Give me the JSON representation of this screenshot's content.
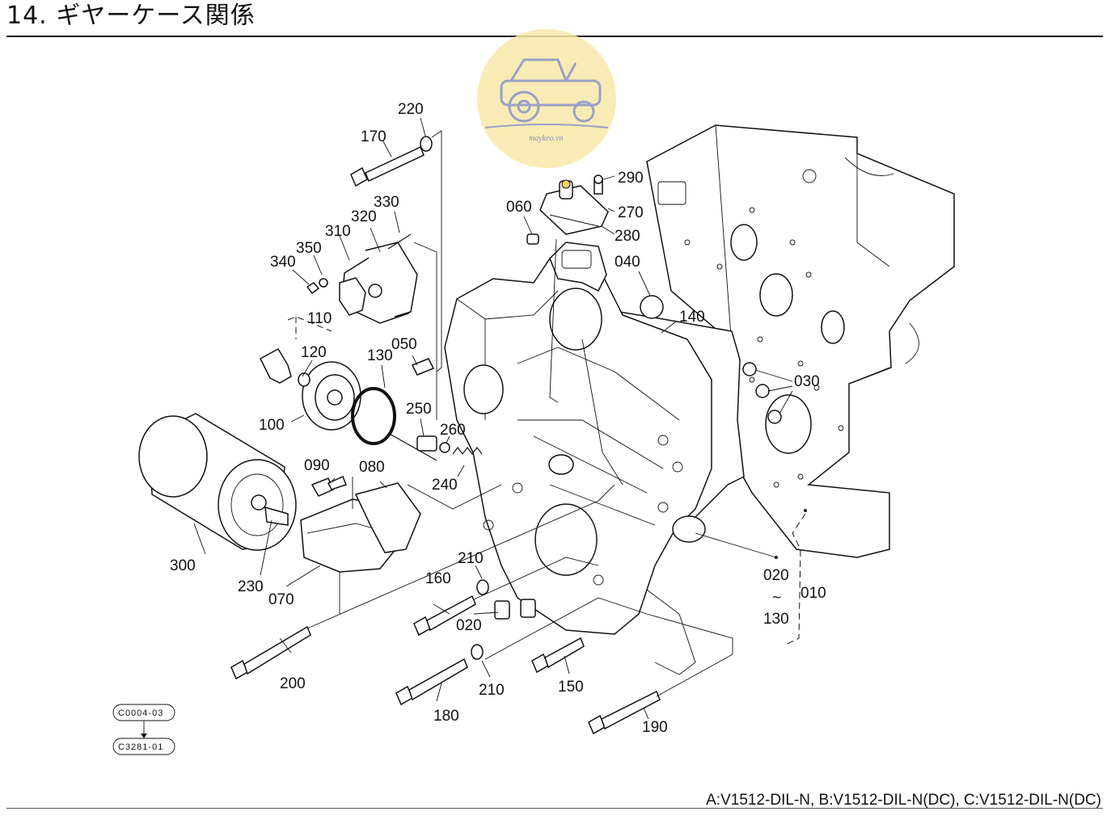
{
  "header": {
    "title": "14. ギヤーケース関係"
  },
  "footer": {
    "models": "A:V1512-DIL-N,  B:V1512-DIL-N(DC),  C:V1512-DIL-N(DC)"
  },
  "watermark": {
    "text": "maykeo.vn",
    "color": "#f8e7a8",
    "icon": "tractor-icon"
  },
  "callouts": {
    "p010": "010",
    "p020a": "020",
    "p020b": "020",
    "p030": "030",
    "p040": "040",
    "p050": "050",
    "p060": "060",
    "p070": "070",
    "p080": "080",
    "p090": "090",
    "p100": "100",
    "p110": "110",
    "p120": "120",
    "p130a": "130",
    "p130b": "130",
    "p140": "140",
    "p150": "150",
    "p160": "160",
    "p170": "170",
    "p180": "180",
    "p190": "190",
    "p200": "200",
    "p210a": "210",
    "p210b": "210",
    "p220": "220",
    "p230": "230",
    "p240": "240",
    "p250": "250",
    "p260": "260",
    "p270": "270",
    "p280": "280",
    "p290": "290",
    "p300": "300",
    "p310": "310",
    "p320": "320",
    "p330": "330",
    "p340": "340",
    "p350": "350",
    "tilde": "~"
  },
  "references": {
    "ref1": "C0004-03",
    "ref2": "C3281-01"
  }
}
